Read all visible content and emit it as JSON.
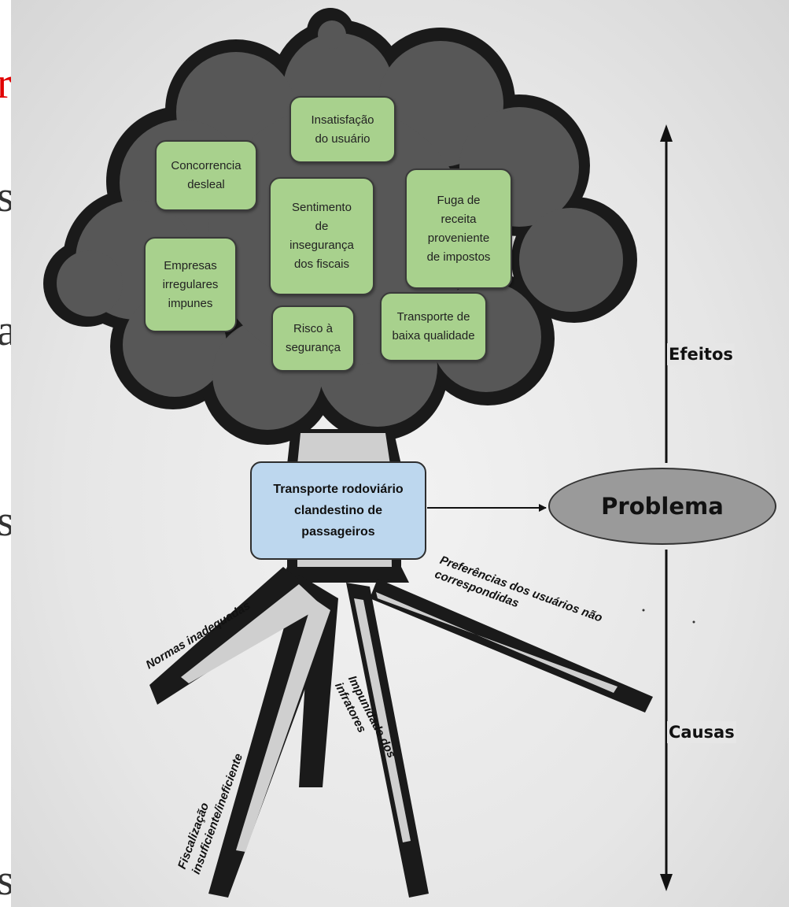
{
  "left_fragments": [
    {
      "text": "r",
      "color": "#e00000"
    },
    {
      "text": "s."
    },
    {
      "text": "as"
    },
    {
      "text": "s"
    },
    {
      "text": "s"
    }
  ],
  "effects": [
    {
      "text": "Insatisfação\ndo usuário"
    },
    {
      "text": "Concorrencia\ndesleal"
    },
    {
      "text": "Sentimento\nde\ninsegurança\ndos fiscais"
    },
    {
      "text": "Fuga de\nreceita\nproveniente\nde impostos"
    },
    {
      "text": "Empresas\nirregulares\nimpunes"
    },
    {
      "text": "Risco à\nsegurança"
    },
    {
      "text": "Transporte de\nbaixa qualidade"
    }
  ],
  "problem_box": "Transporte rodoviário\nclandestino de\npassageiros",
  "problem_label": "Problema",
  "axis": {
    "effects_label": "Efeitos",
    "causes_label": "Causas"
  },
  "causes": [
    {
      "text": "Normas inadequadas"
    },
    {
      "text": "Preferências dos usuários não\ncorrespondidas"
    },
    {
      "text": "Fiscalização\ninsuficiente/ineficiente"
    },
    {
      "text": "Impunidade dos\ninfratores"
    }
  ],
  "colors": {
    "effect_box": "#a8d18d",
    "problem_box": "#bdd7ee",
    "cloud": "#555555",
    "ellipse": "#9a9a9a"
  }
}
